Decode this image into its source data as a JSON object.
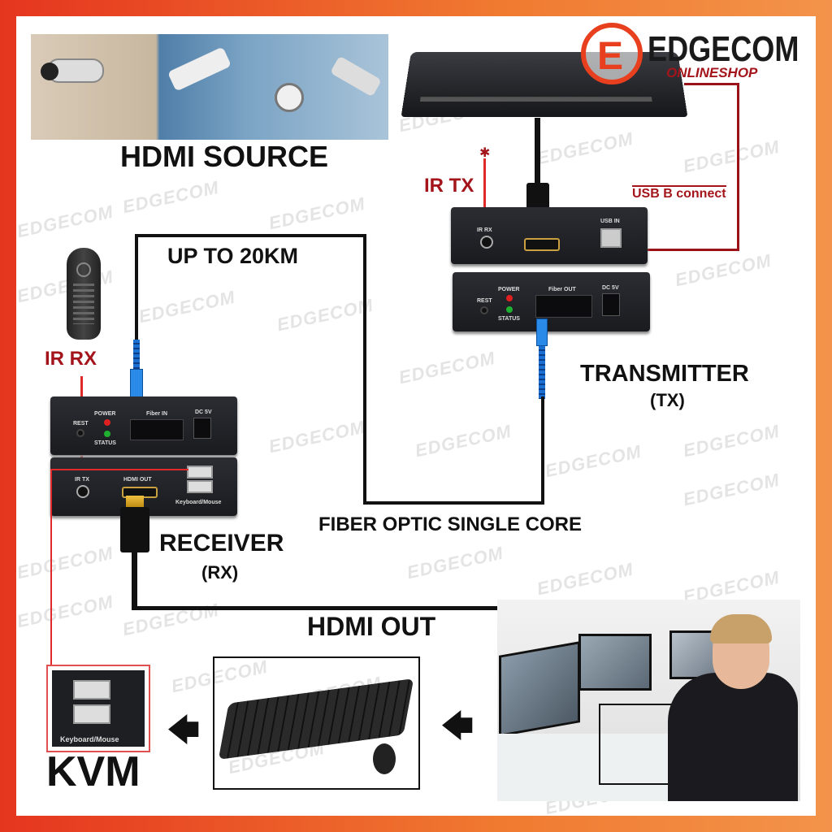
{
  "brand": {
    "name": "EDGECOM",
    "sub": "ONLINESHOP",
    "letter": "E",
    "watermark": "EDGECOM"
  },
  "labels": {
    "hdmi_source": "HDMI SOURCE",
    "ir_tx": "IR TX",
    "usb_b": "USB B connect",
    "up_to": "UP TO 20KM",
    "ir_rx": "IR RX",
    "transmitter": "TRANSMITTER",
    "tx": "(TX)",
    "receiver": "RECEIVER",
    "rx": "(RX)",
    "fiber": "FIBER OPTIC SINGLE CORE",
    "hdmi_out": "HDMI OUT",
    "kvm": "KVM"
  },
  "tx_unit": {
    "ir_rx": "IR RX",
    "usb_in": "USB IN",
    "rest": "REST",
    "power": "POWER",
    "status": "STATUS",
    "fiber_out": "Fiber OUT",
    "dc": "DC 5V"
  },
  "rx_unit": {
    "rest": "REST",
    "power": "POWER",
    "status": "STATUS",
    "fiber_in": "Fiber IN",
    "dc": "DC 5V",
    "ir_tx": "IR TX",
    "hdmi_out": "HDMI OUT",
    "kbm": "Keyboard/Mouse"
  },
  "kvm_panel": {
    "kbm": "Keyboard/Mouse"
  },
  "colors": {
    "accent": "#a3151b",
    "border": "#f07a30",
    "fiber": "#1a6fd0"
  }
}
